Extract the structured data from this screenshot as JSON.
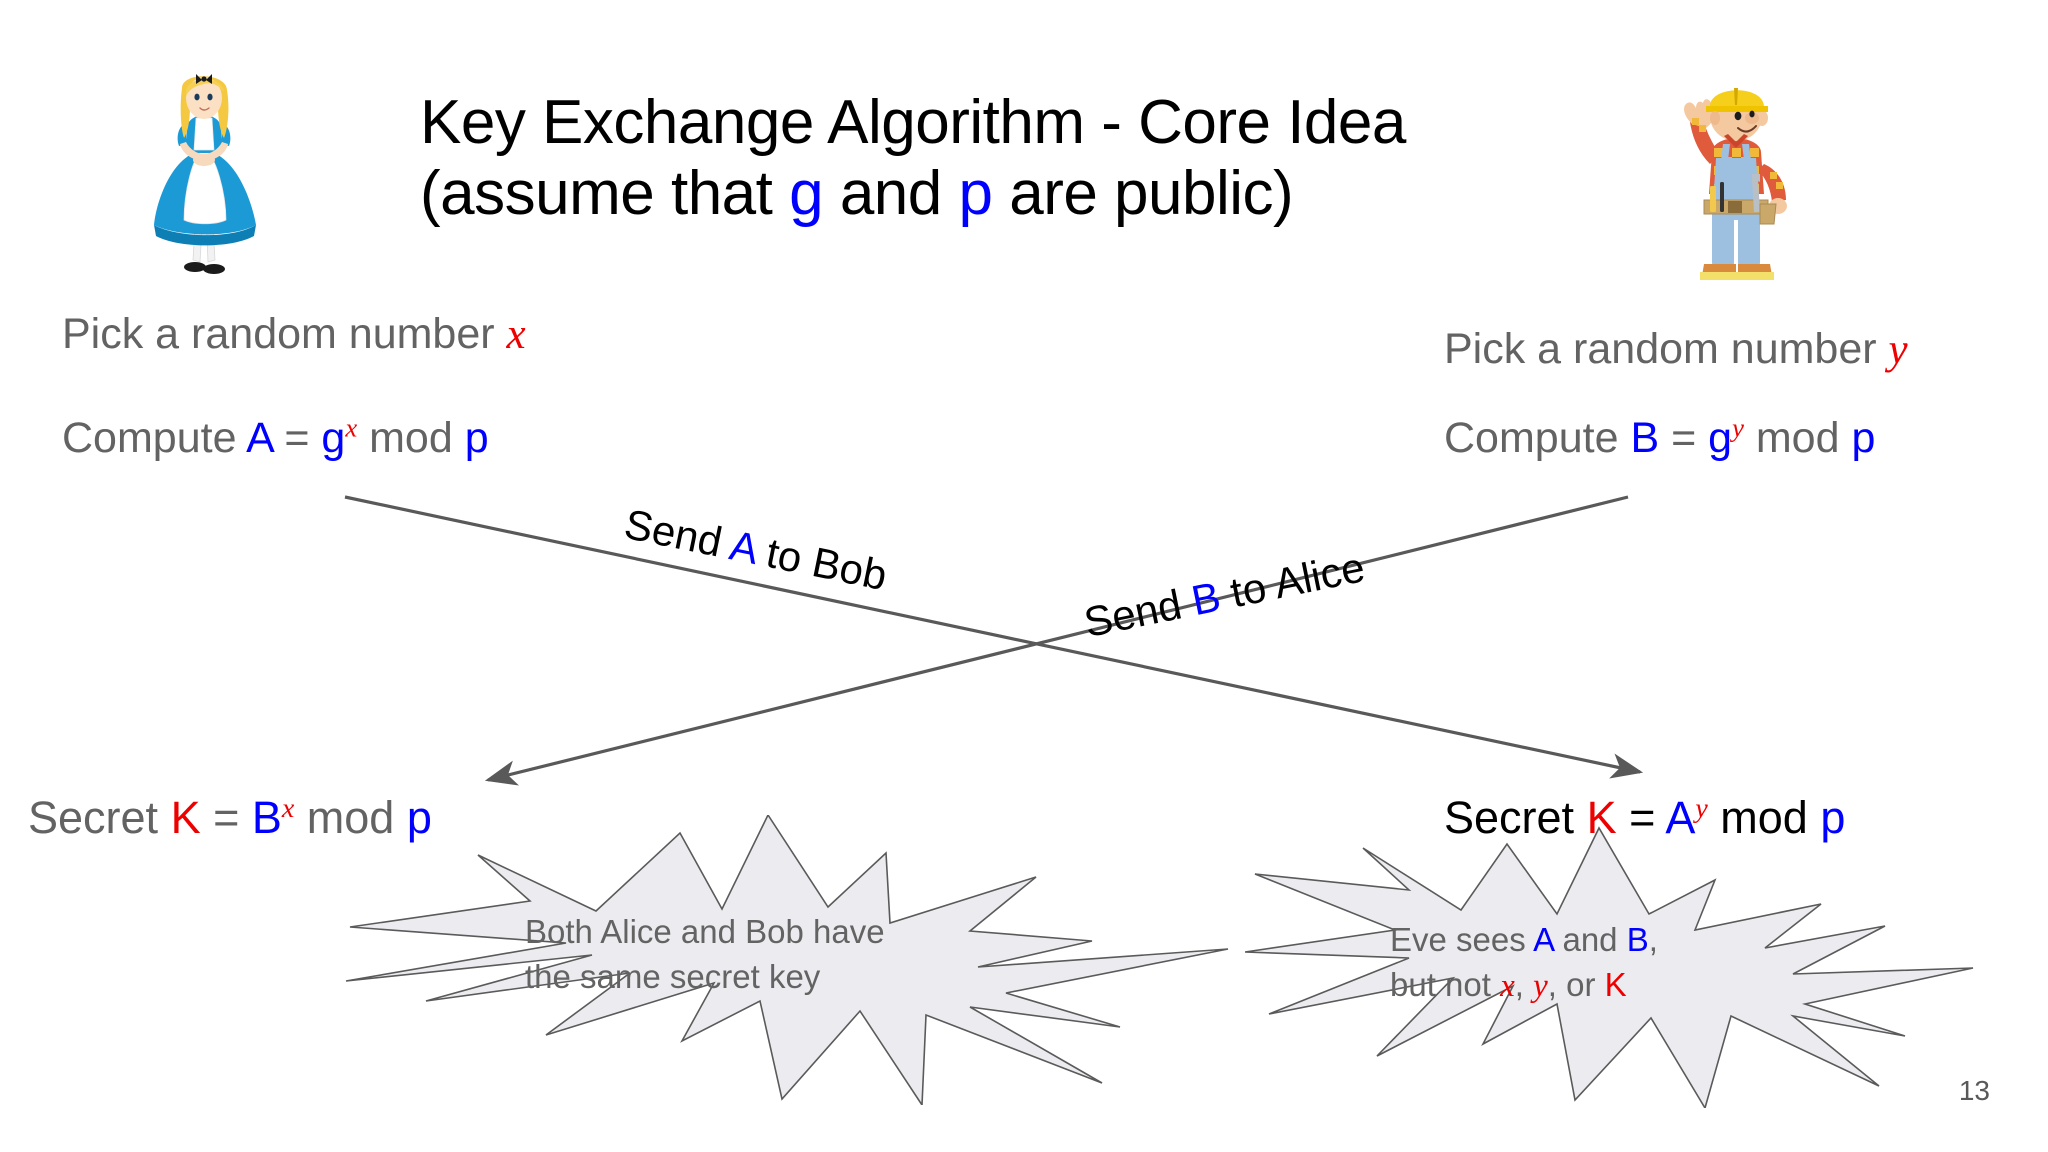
{
  "slide": {
    "page_number": "13",
    "title_line1": "Key Exchange Algorithm - Core Idea",
    "title_line2_prefix": "(assume that ",
    "title_g": "g",
    "title_mid": " and ",
    "title_p": "p",
    "title_line2_suffix": " are public)"
  },
  "colors": {
    "blue": "#0000ff",
    "red": "#ee0000",
    "gray_text": "#636363",
    "black": "#000000",
    "burst_fill": "#ecebef",
    "burst_stroke": "#595959",
    "arrow": "#595959"
  },
  "alice": {
    "figure_name": "alice-clipart",
    "pick_prefix": "Pick a random number ",
    "pick_var": "x",
    "compute_prefix": "Compute ",
    "compute_A": "A",
    "compute_eq": " = ",
    "compute_g": "g",
    "compute_exp": "x",
    "compute_mod": " mod ",
    "compute_p": "p",
    "secret_prefix": "Secret ",
    "secret_K": "K",
    "secret_eq": " = ",
    "secret_base": "B",
    "secret_exp": "x",
    "secret_mod": " mod ",
    "secret_p": "p"
  },
  "bob": {
    "figure_name": "bob-clipart",
    "pick_prefix": "Pick a random number ",
    "pick_var": "y",
    "compute_prefix": "Compute ",
    "compute_B": "B",
    "compute_eq": " = ",
    "compute_g": "g",
    "compute_exp": "y",
    "compute_mod": " mod ",
    "compute_p": "p",
    "secret_prefix": "Secret ",
    "secret_K": "K",
    "secret_eq": " = ",
    "secret_base": "A",
    "secret_exp": "y",
    "secret_mod": " mod ",
    "secret_p": "p"
  },
  "arrows": {
    "a_to_bob": {
      "prefix": "Send ",
      "symbol": "A",
      "suffix": " to Bob"
    },
    "b_to_alice": {
      "prefix": "Send ",
      "symbol": "B",
      "suffix": " to Alice"
    }
  },
  "bursts": {
    "left": {
      "line1": "Both Alice and Bob have",
      "line2": "the same secret key"
    },
    "right": {
      "line1_prefix": "Eve sees ",
      "line1_A": "A",
      "line1_mid": " and ",
      "line1_B": "B",
      "line1_suffix": ",",
      "line2_prefix": "but not ",
      "line2_x": "x",
      "line2_comma1": ", ",
      "line2_y": "y",
      "line2_mid": ", or ",
      "line2_K": "K"
    }
  }
}
